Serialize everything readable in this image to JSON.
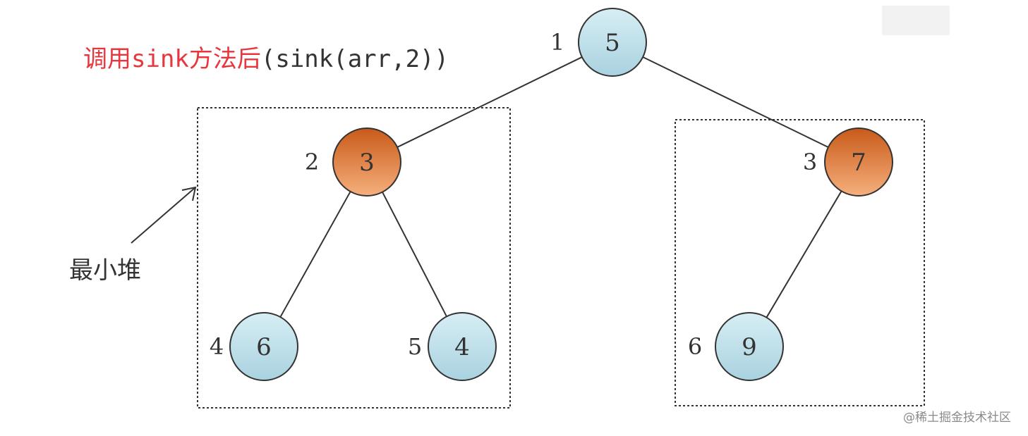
{
  "caption": {
    "highlight": "调用sink方法后",
    "rest": "(sink(arr,2))"
  },
  "side_label": "最小堆",
  "watermark": "@稀土掘金技术社区",
  "colors": {
    "blue_node": "#bfe0ea",
    "orange_node": "#e8894a",
    "caption_red": "#e8363c",
    "line": "#333333"
  },
  "nodes": [
    {
      "id": "n1",
      "index": "1",
      "value": "5",
      "style": "blue"
    },
    {
      "id": "n2",
      "index": "2",
      "value": "3",
      "style": "orange"
    },
    {
      "id": "n3",
      "index": "3",
      "value": "7",
      "style": "orange"
    },
    {
      "id": "n4",
      "index": "4",
      "value": "6",
      "style": "blue"
    },
    {
      "id": "n5",
      "index": "5",
      "value": "4",
      "style": "blue"
    },
    {
      "id": "n6",
      "index": "6",
      "value": "9",
      "style": "blue"
    }
  ],
  "edges": [
    {
      "from": "n1",
      "to": "n2"
    },
    {
      "from": "n1",
      "to": "n3"
    },
    {
      "from": "n2",
      "to": "n4"
    },
    {
      "from": "n2",
      "to": "n5"
    },
    {
      "from": "n3",
      "to": "n6"
    }
  ]
}
